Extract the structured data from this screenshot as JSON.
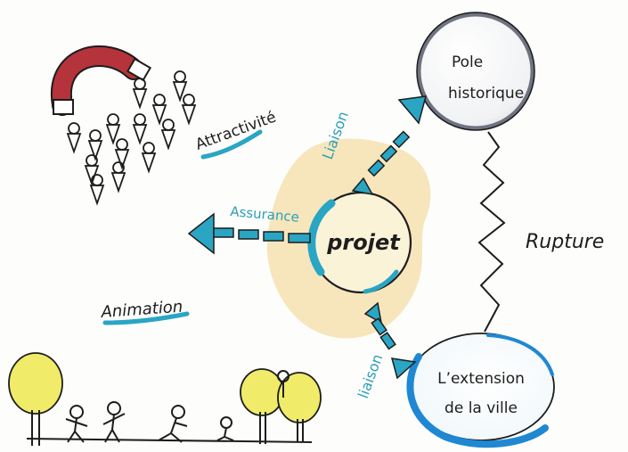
{
  "labels": {
    "pole": [
      "Pole",
      "historique"
    ],
    "extension": [
      "L’extension",
      "de la ville"
    ],
    "projet": "projet",
    "rupture": "Rupture",
    "liaison_top": "Liaison",
    "liaison_bottom": "liaison",
    "assurance": "Assurance",
    "attractivite": "Attractivité",
    "animation": "Animation"
  },
  "colors": {
    "blob": "#f6e2b0",
    "accent": "#2aa5c4",
    "pole_ring": "#6f7380",
    "ink": "#1d1d1d",
    "magnet": "#b5333a"
  }
}
